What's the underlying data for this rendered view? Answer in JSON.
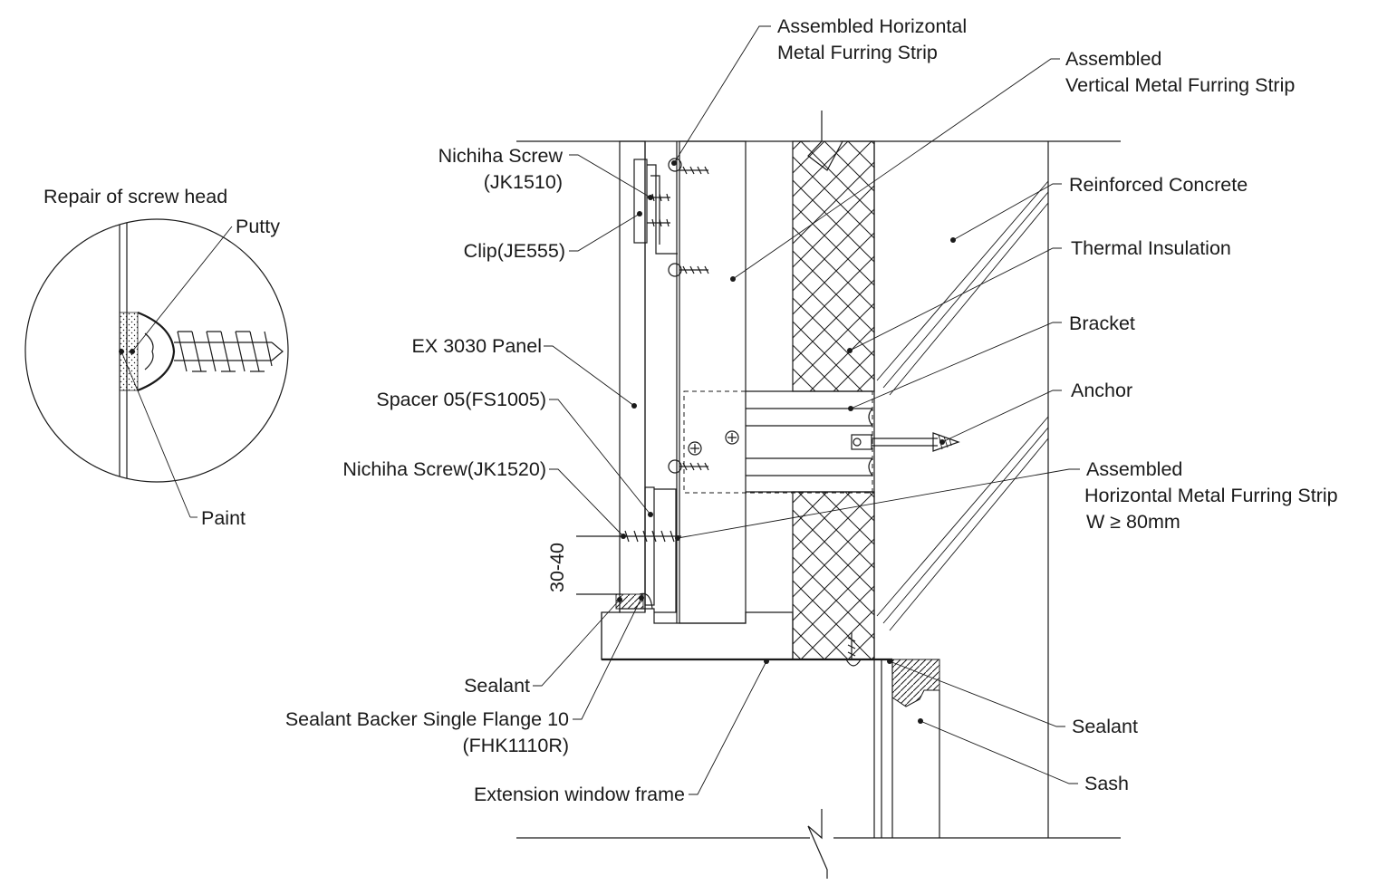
{
  "detail": {
    "title": "Repair of screw head",
    "putty": "Putty",
    "paint": "Paint"
  },
  "labels": {
    "horiz_strip_top": [
      "Assembled Horizontal",
      "Metal Furring Strip"
    ],
    "vert_strip": [
      "Assembled",
      "Vertical Metal Furring Strip"
    ],
    "nichiha_screw_top": [
      "Nichiha Screw",
      "(JK1510)"
    ],
    "clip": "Clip(JE555)",
    "panel": "EX 3030 Panel",
    "spacer": "Spacer 05(FS1005)",
    "nichiha_screw_bottom": "Nichiha Screw(JK1520)",
    "reinforced_concrete": "Reinforced Concrete",
    "thermal_insulation": "Thermal Insulation",
    "bracket": "Bracket",
    "anchor": "Anchor",
    "horiz_strip_bottom": [
      "Assembled",
      "Horizontal Metal Furring Strip",
      "W ≥ 80mm"
    ],
    "sealant_left": "Sealant",
    "sealant_backer": [
      "Sealant Backer Single Flange 10",
      "(FHK1110R)"
    ],
    "extension_frame": "Extension window frame",
    "sealant_right": "Sealant",
    "sash": "Sash",
    "dimension": "30-40"
  },
  "colors": {
    "line": "#1a1a1a",
    "background": "#ffffff"
  }
}
